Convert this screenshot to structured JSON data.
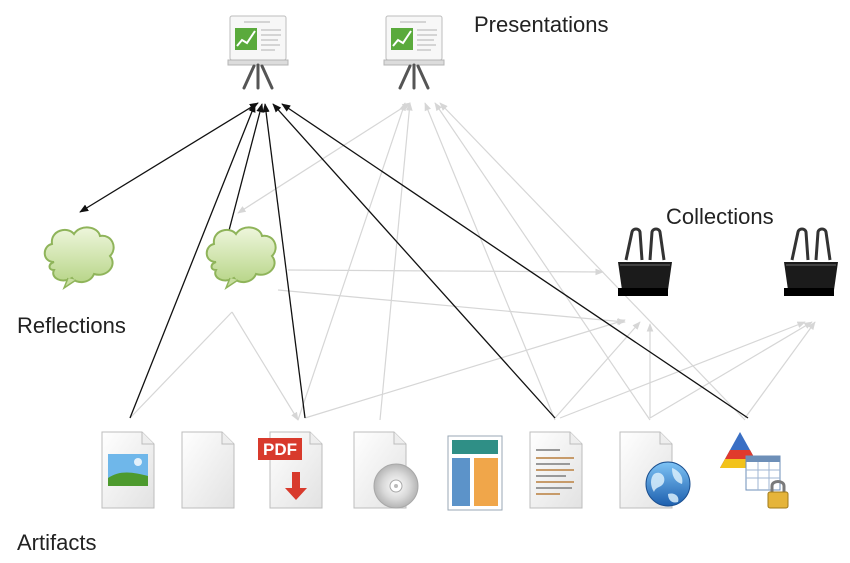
{
  "labels": {
    "presentations": "Presentations",
    "collections": "Collections",
    "reflections": "Reflections",
    "artifacts": "Artifacts"
  },
  "badges": {
    "pdf": "PDF"
  },
  "colors": {
    "active_link": "#111111",
    "faded_link": "#d6d6d6",
    "cloud_fill": "#c8dea0",
    "cloud_stroke": "#8fb45a",
    "binder": "#1b1b1b",
    "board_chart": "#5aaa3c",
    "pdf_red": "#d83a2c"
  },
  "icons": {
    "presentations": [
      "presentation-board-icon",
      "presentation-board-icon"
    ],
    "reflections": [
      "thought-cloud-icon",
      "thought-cloud-icon"
    ],
    "collections": [
      "binder-clip-icon",
      "binder-clip-icon"
    ],
    "artifacts": [
      "image-file-icon",
      "blank-file-icon",
      "pdf-file-icon",
      "disc-file-icon",
      "layout-file-icon",
      "text-file-icon",
      "web-file-icon",
      "secure-chart-file-icon"
    ]
  }
}
